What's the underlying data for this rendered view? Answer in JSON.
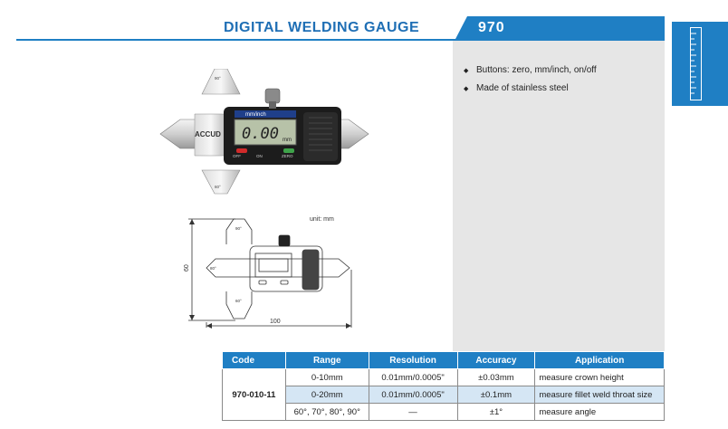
{
  "header": {
    "title": "DIGITAL WELDING GAUGE",
    "code": "970"
  },
  "features": [
    "Buttons: zero, mm/inch, on/off",
    "Made of stainless steel"
  ],
  "photo": {
    "brand": "ACCUD",
    "display_mode": "mm/inch",
    "display_value": "0.00",
    "display_unit": "mm",
    "button_off": "OFF",
    "button_on": "ON",
    "button_zero": "ZERO",
    "angle_top": "90°",
    "angle_bottom": "60°"
  },
  "drawing": {
    "unit": "unit: mm",
    "width_dim": "100",
    "height_dim": "60",
    "angle_top": "90°",
    "angle_left": "80°",
    "angle_bottom": "60°"
  },
  "table": {
    "headers": [
      "Code",
      "Range",
      "Resolution",
      "Accuracy",
      "Application"
    ],
    "code": "970-010-11",
    "rows": [
      {
        "range": "0-10mm",
        "resolution": "0.01mm/0.0005\"",
        "accuracy": "±0.03mm",
        "application": "measure crown height"
      },
      {
        "range": "0-20mm",
        "resolution": "0.01mm/0.0005\"",
        "accuracy": "±0.1mm",
        "application": "measure fillet weld throat size"
      },
      {
        "range": "60°, 70°, 80°, 90°",
        "resolution": "—",
        "accuracy": "±1°",
        "application": "measure angle"
      }
    ]
  },
  "colors": {
    "accent": "#1f7fc4",
    "panel": "#e6e6e6",
    "row_highlight": "#d5e6f4"
  }
}
